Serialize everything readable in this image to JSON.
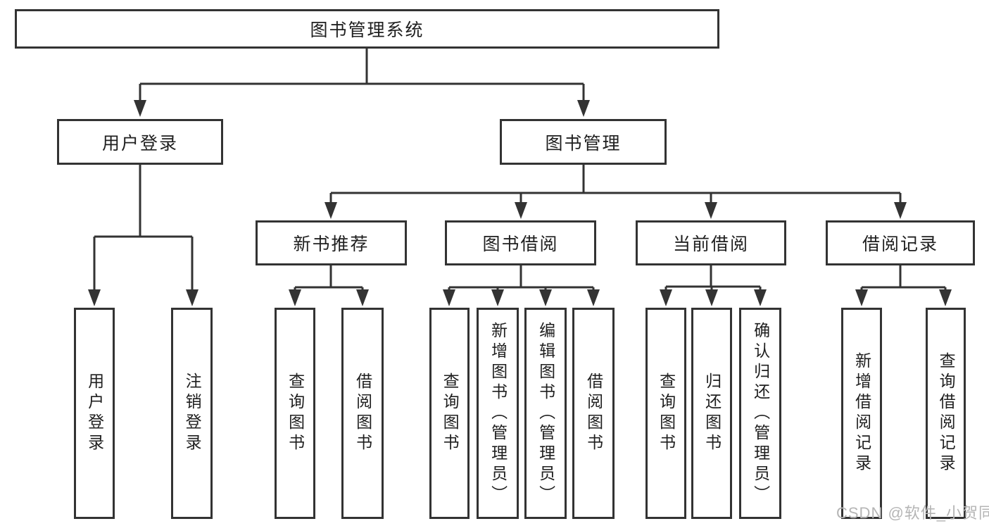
{
  "tree": {
    "label": "图书管理系统",
    "children": [
      {
        "label": "用户登录",
        "children": [
          {
            "label": "用户登录"
          },
          {
            "label": "注销登录"
          }
        ]
      },
      {
        "label": "图书管理",
        "children": [
          {
            "label": "新书推荐",
            "children": [
              {
                "label": "查询图书"
              },
              {
                "label": "借阅图书"
              }
            ]
          },
          {
            "label": "图书借阅",
            "children": [
              {
                "label": "查询图书"
              },
              {
                "label": "新增图书（管理员）"
              },
              {
                "label": "编辑图书（管理员）"
              },
              {
                "label": "借阅图书"
              }
            ]
          },
          {
            "label": "当前借阅",
            "children": [
              {
                "label": "查询图书"
              },
              {
                "label": "归还图书"
              },
              {
                "label": "确认归还（管理员）"
              }
            ]
          },
          {
            "label": "借阅记录",
            "children": [
              {
                "label": "新增借阅记录"
              },
              {
                "label": "查询借阅记录"
              }
            ]
          }
        ]
      }
    ]
  },
  "watermark": "CSDN @软件_小贺同学",
  "colors": {
    "line": "#333333",
    "text": "#1f1f1f",
    "background": "#ffffff",
    "watermark": "#b5b5b5"
  }
}
